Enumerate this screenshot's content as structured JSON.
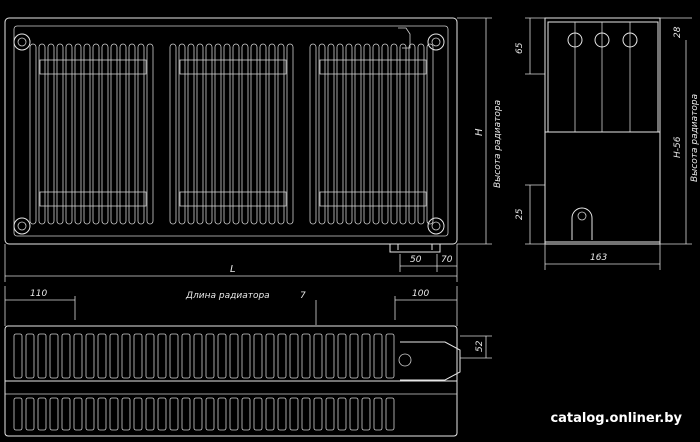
{
  "labels": {
    "length_symbol": "L",
    "length_caption": "Длина радиатора",
    "height_symbol": "H",
    "height_caption": "Высота радиатора",
    "height_minus": "H-56",
    "height_caption_side": "Высота радиатора",
    "dim_50": "50",
    "dim_70": "70",
    "dim_65": "65",
    "dim_25": "25",
    "dim_28": "28",
    "dim_163": "163",
    "dim_110_left": "110",
    "dim_100_right": "100",
    "dim_7": "7",
    "dim_52": "52"
  },
  "watermark": "catalog.onliner.by",
  "colors": {
    "background": "#000000",
    "line": "#e6e6e6"
  }
}
